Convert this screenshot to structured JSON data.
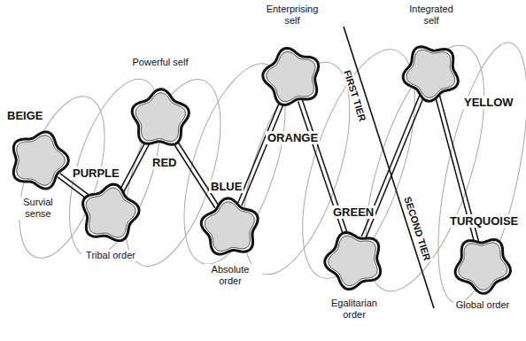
{
  "diagram": {
    "nodes": [
      {
        "text": [
          "BEIGE",
          "Survial sense"
        ]
      },
      {
        "text": [
          "PURPLE",
          "Tribal order"
        ]
      },
      {
        "text": [
          "RED",
          "Powerful self"
        ]
      },
      {
        "text": [
          "BLUE",
          "Absolute order"
        ]
      },
      {
        "text": [
          "ORANGE",
          "Enterprising self"
        ]
      },
      {
        "text": [
          "GREEN",
          "Egalitarian order"
        ]
      },
      {
        "text": [
          "YELLOW",
          "Integrated self"
        ]
      },
      {
        "text": [
          "TURQUOISE",
          "Global order"
        ]
      }
    ],
    "edges": [
      {
        "from": 0,
        "to": 1,
        "arrow": "none"
      },
      {
        "from": 1,
        "to": 2,
        "arrow": "none"
      },
      {
        "from": 2,
        "to": 3,
        "arrow": "none"
      },
      {
        "from": 3,
        "to": 4,
        "arrow": "none"
      },
      {
        "from": 4,
        "to": 5,
        "arrow": "none"
      },
      {
        "from": 5,
        "to": 6,
        "arrow": "none"
      },
      {
        "from": 6,
        "to": 7,
        "arrow": "none"
      }
    ],
    "labels": [
      "FIRST TIER",
      "SECOND TIER"
    ]
  }
}
